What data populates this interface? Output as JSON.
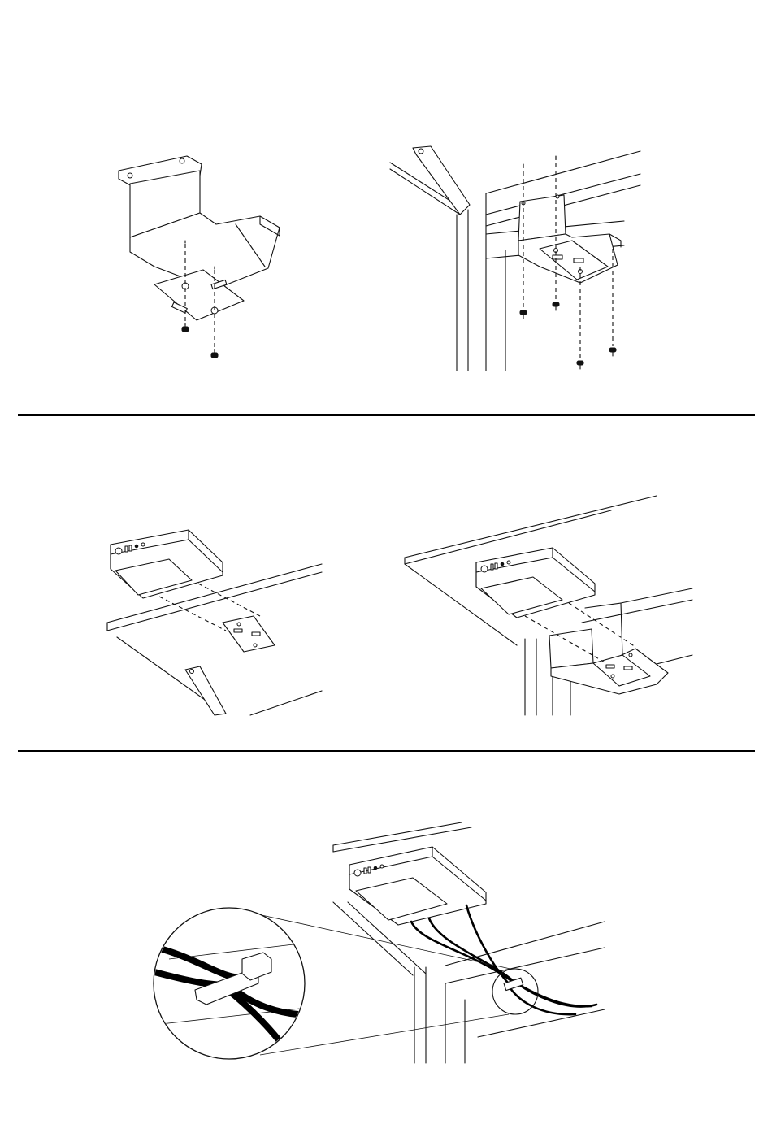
{
  "colors": {
    "line": "#111111",
    "background": "#ffffff",
    "divider": "#000000"
  },
  "steps": [
    {
      "id": "step-1a",
      "figure": "bracket-plate-screw-assembly"
    },
    {
      "id": "step-1b",
      "figure": "bracket-mount-under-desk"
    },
    {
      "id": "step-2a",
      "figure": "control-box-slide-onto-plate"
    },
    {
      "id": "step-2b",
      "figure": "control-box-slide-into-bracket"
    },
    {
      "id": "step-3",
      "figure": "cable-routing-with-clip-detail"
    }
  ],
  "icons": [
    "screw-icon",
    "magnifier-detail-icon",
    "cable-clip-icon"
  ]
}
